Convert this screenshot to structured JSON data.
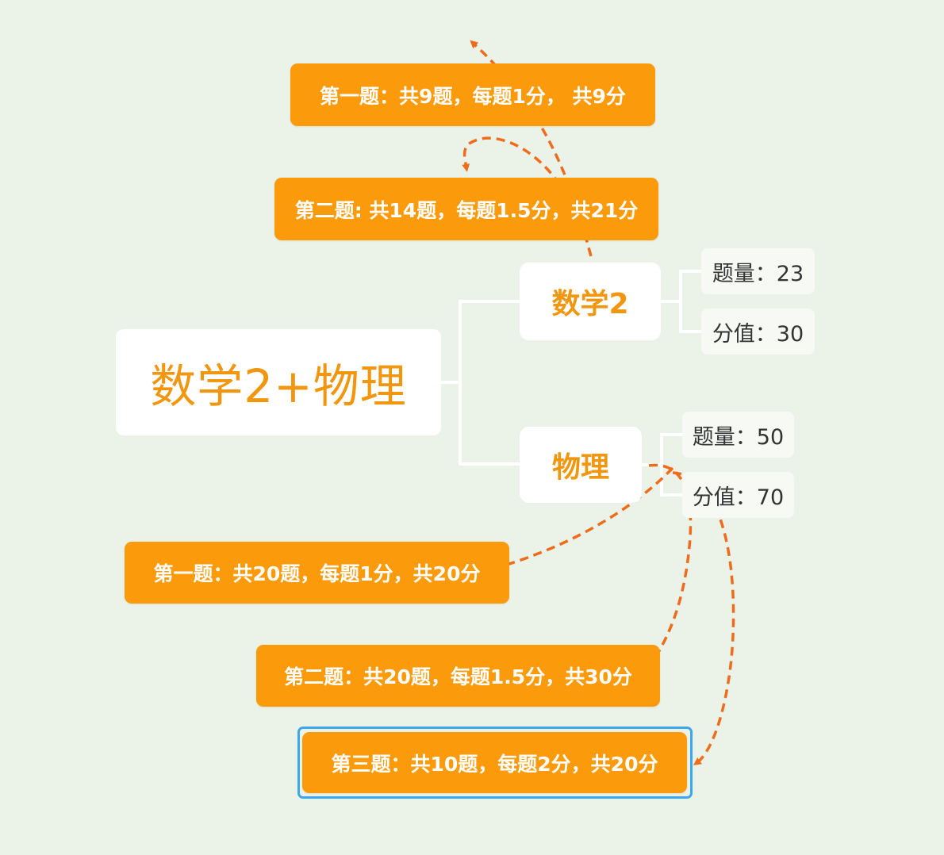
{
  "root": {
    "label": "数学2+物理"
  },
  "branches": [
    {
      "label": "数学2",
      "details": [
        "题量：23",
        "分值：30"
      ],
      "notes": [
        "第一题：共9题，每题1分， 共9分",
        "第二题: 共14题，每题1.5分，共21分"
      ]
    },
    {
      "label": "物理",
      "details": [
        "题量：50",
        "分值：70"
      ],
      "notes": [
        "第一题：共20题，每题1分，共20分",
        "第二题：共20题，每题1.5分，共30分",
        "第三题：共10题，每题2分，共20分"
      ]
    }
  ],
  "colors": {
    "background": "#ebf3e8",
    "accent": "#f0960f",
    "note_fill": "#fb9a0a",
    "arrow": "#ef6c1c",
    "connector": "#ffffff",
    "selection": "#3aa7ee"
  }
}
